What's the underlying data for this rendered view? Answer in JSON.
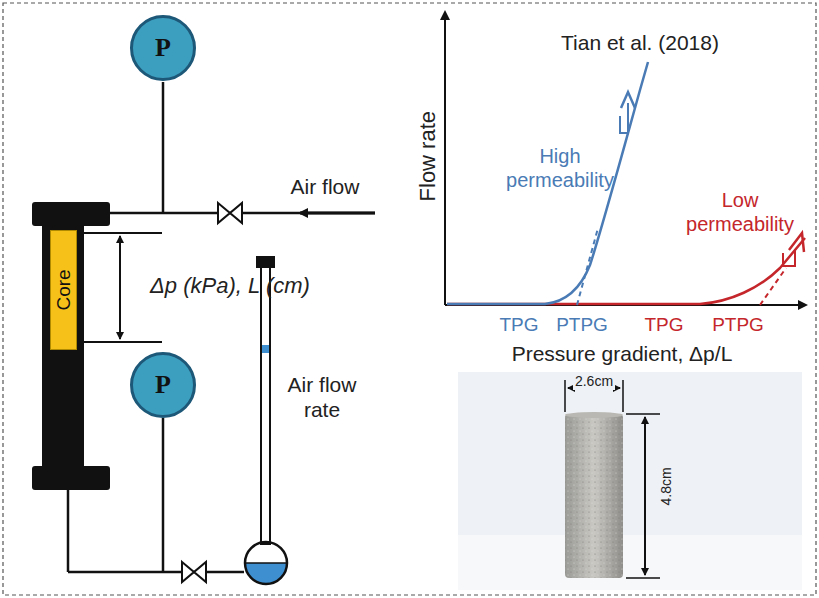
{
  "diagram": {
    "nodes": [
      {
        "text": [
          "P"
        ]
      },
      {
        "text": [
          "Core"
        ]
      },
      {
        "text": [
          "P"
        ]
      }
    ],
    "labels": [
      "Air flow",
      "Δp (kPa), L (cm)",
      "Air flow rate",
      "Tian et al. (2018)",
      "Flow rate",
      "High permeability",
      "Low permeability",
      "TPG",
      "PTPG",
      "TPG",
      "PTPG",
      "Pressure gradient, Δp/L",
      "2.6cm",
      "4.8cm"
    ]
  }
}
